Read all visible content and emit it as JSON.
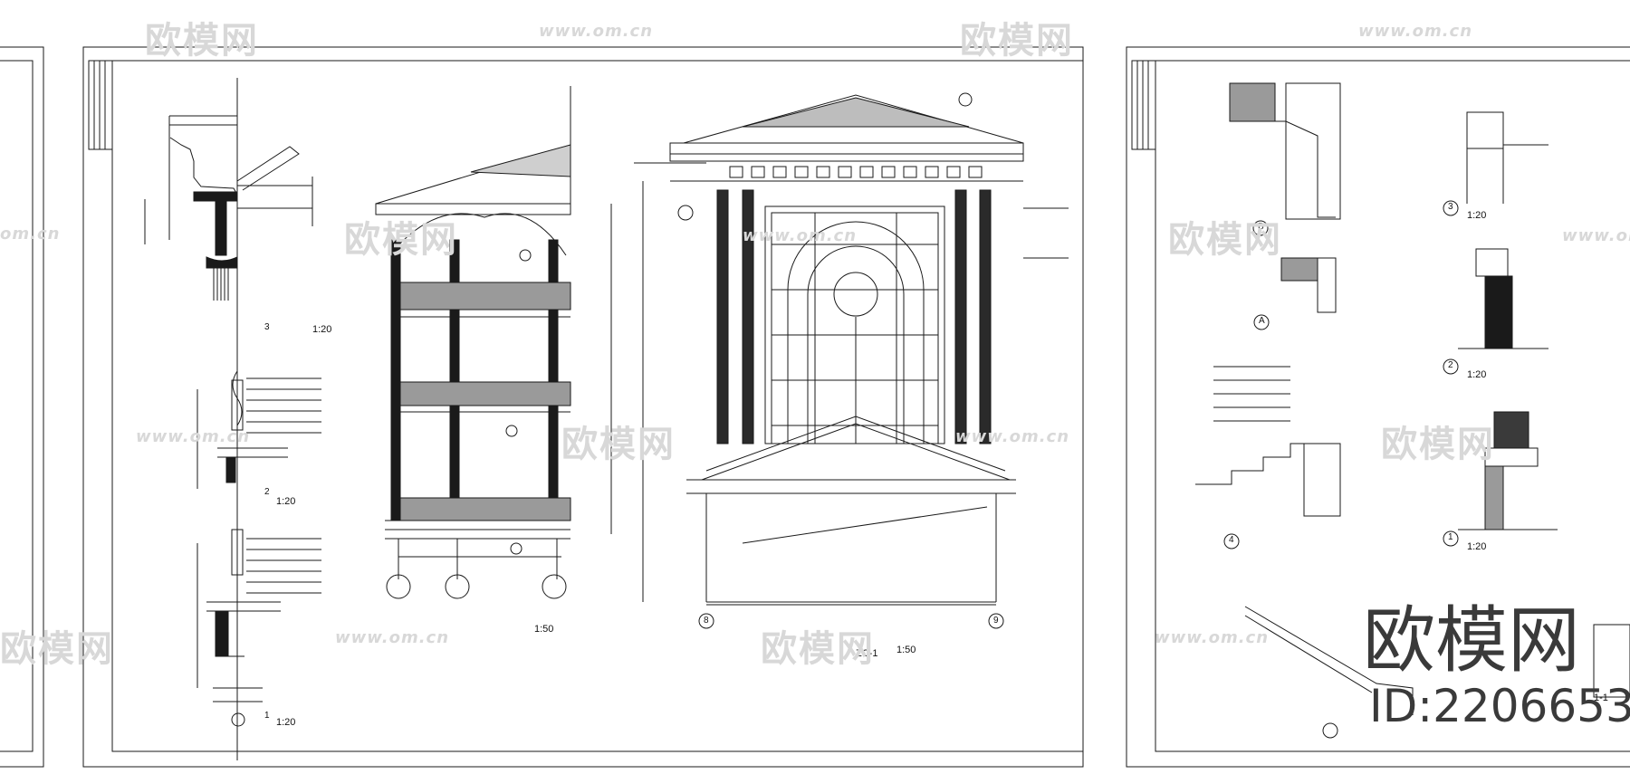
{
  "watermarks": {
    "brand_cn": "欧模网",
    "url": "www.om.cn",
    "url_fragment": "om.cn"
  },
  "brand_overlay": {
    "name": "欧模网",
    "id": "ID:2206653"
  },
  "sheet_center": {
    "detail_labels": [
      "3",
      "2",
      "1"
    ],
    "detail_caption_3": "1:20",
    "detail_caption_2": "1:20",
    "detail_caption_1": "1:20",
    "elevation_caption_scale": "1:50",
    "right_elevation_caption_scale": "1:50",
    "right_elevation_code": "ZC-1",
    "grid_axis_8": "8",
    "grid_axis_9": "9"
  },
  "sheet_right": {
    "detail_labels": [
      "3",
      "2",
      "1",
      "4",
      "A",
      "B"
    ],
    "scale_20": "1:20",
    "section_label": "1-1"
  },
  "colors": {
    "line": "#1a1a1a",
    "watermark": "#d8d8d8",
    "paper": "#ffffff"
  }
}
